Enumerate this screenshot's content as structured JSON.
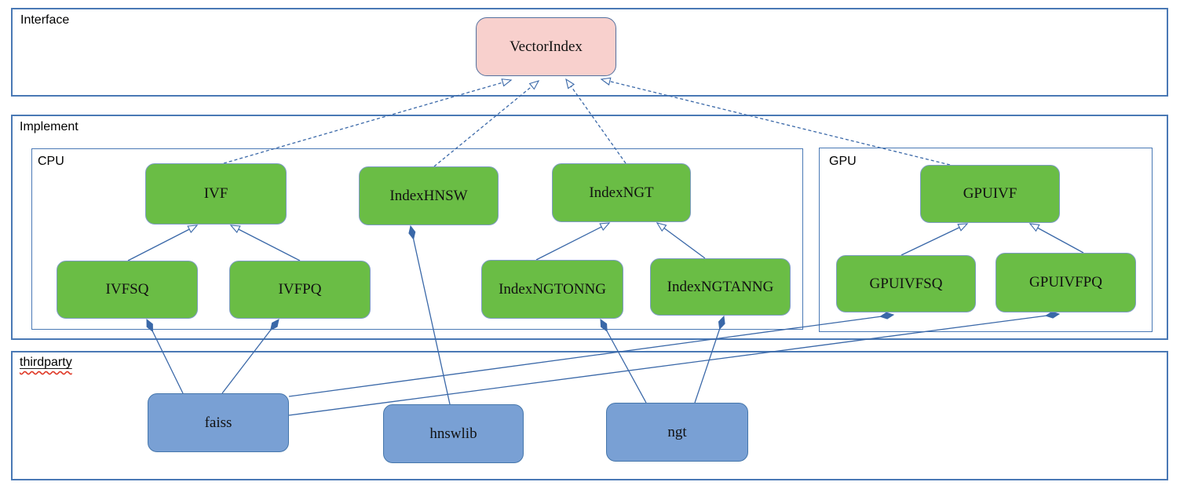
{
  "diagram": {
    "containers": {
      "interface": {
        "label": "Interface"
      },
      "implement": {
        "label": "Implement"
      },
      "cpu": {
        "label": "CPU"
      },
      "gpu": {
        "label": "GPU"
      },
      "thirdparty": {
        "label": "thirdparty",
        "spellcheck_underline": true
      }
    },
    "nodes": {
      "vectorindex": {
        "label": "VectorIndex",
        "kind": "interface",
        "fill": "#f8d0cd"
      },
      "ivf": {
        "label": "IVF",
        "kind": "cpu-class",
        "fill": "#6abd45"
      },
      "indexhnsw": {
        "label": "IndexHNSW",
        "kind": "cpu-class",
        "fill": "#6abd45"
      },
      "indexngt": {
        "label": "IndexNGT",
        "kind": "cpu-class",
        "fill": "#6abd45"
      },
      "ivfsq": {
        "label": "IVFSQ",
        "kind": "cpu-class",
        "fill": "#6abd45"
      },
      "ivfpq": {
        "label": "IVFPQ",
        "kind": "cpu-class",
        "fill": "#6abd45"
      },
      "indexngtonng": {
        "label": "IndexNGTONNG",
        "kind": "cpu-class",
        "fill": "#6abd45"
      },
      "indexngtanng": {
        "label": "IndexNGTANNG",
        "kind": "cpu-class",
        "fill": "#6abd45"
      },
      "gpuivf": {
        "label": "GPUIVF",
        "kind": "gpu-class",
        "fill": "#6abd45"
      },
      "gpuivfsq": {
        "label": "GPUIVFSQ",
        "kind": "gpu-class",
        "fill": "#6abd45"
      },
      "gpuivfpq": {
        "label": "GPUIVFPQ",
        "kind": "gpu-class",
        "fill": "#6abd45"
      },
      "faiss": {
        "label": "faiss",
        "kind": "thirdparty",
        "fill": "#79a0d4"
      },
      "hnswlib": {
        "label": "hnswlib",
        "kind": "thirdparty",
        "fill": "#79a0d4"
      },
      "ngt": {
        "label": "ngt",
        "kind": "thirdparty",
        "fill": "#79a0d4"
      }
    },
    "colors": {
      "node_green": "#6abd45",
      "node_pink": "#f8d0cd",
      "node_blue": "#79a0d4",
      "line_blue": "#3a68a8",
      "container_border": "#4a79b5",
      "spellcheck_red": "#df3826"
    },
    "edges": [
      {
        "from": "ivf",
        "to": "vectorindex",
        "type": "realization",
        "points": [
          285,
          208,
          651,
          102
        ]
      },
      {
        "from": "indexhnsw",
        "to": "vectorindex",
        "type": "realization",
        "points": [
          553,
          212,
          686,
          103
        ]
      },
      {
        "from": "indexngt",
        "to": "vectorindex",
        "type": "realization",
        "points": [
          797,
          208,
          721,
          101
        ]
      },
      {
        "from": "gpuivf",
        "to": "vectorindex",
        "type": "realization",
        "points": [
          1210,
          210,
          766,
          101
        ]
      },
      {
        "from": "ivfsq",
        "to": "ivf",
        "type": "generalization",
        "points": [
          163,
          332,
          251,
          287
        ]
      },
      {
        "from": "ivfpq",
        "to": "ivf",
        "type": "generalization",
        "points": [
          382,
          332,
          294,
          287
        ]
      },
      {
        "from": "indexngtonng",
        "to": "indexngt",
        "type": "generalization",
        "points": [
          683,
          331,
          776,
          284
        ]
      },
      {
        "from": "indexngtanng",
        "to": "indexngt",
        "type": "generalization",
        "points": [
          898,
          329,
          837,
          284
        ]
      },
      {
        "from": "gpuivfsq",
        "to": "gpuivf",
        "type": "generalization",
        "points": [
          1148,
          325,
          1232,
          285
        ]
      },
      {
        "from": "gpuivfpq",
        "to": "gpuivf",
        "type": "generalization",
        "points": [
          1380,
          322,
          1312,
          285
        ]
      },
      {
        "from": "faiss",
        "to": "ivfsq",
        "type": "composition",
        "points": [
          233,
          501,
          187,
          407
        ]
      },
      {
        "from": "faiss",
        "to": "ivfpq",
        "type": "composition",
        "points": [
          283,
          501,
          355,
          407
        ]
      },
      {
        "from": "hnswlib",
        "to": "indexhnsw",
        "type": "composition",
        "points": [
          573,
          515,
          523,
          288
        ]
      },
      {
        "from": "ngt",
        "to": "indexngtonng",
        "type": "composition",
        "points": [
          823,
          513,
          765,
          407
        ]
      },
      {
        "from": "ngt",
        "to": "indexngtanng",
        "type": "composition",
        "points": [
          885,
          513,
          922,
          403
        ]
      },
      {
        "from": "faiss",
        "to": "gpuivfsq",
        "type": "composition",
        "points": [
          368,
          505,
          1138,
          401
        ]
      },
      {
        "from": "faiss",
        "to": "gpuivfpq",
        "type": "composition",
        "points": [
          368,
          529,
          1349,
          400
        ]
      }
    ]
  }
}
